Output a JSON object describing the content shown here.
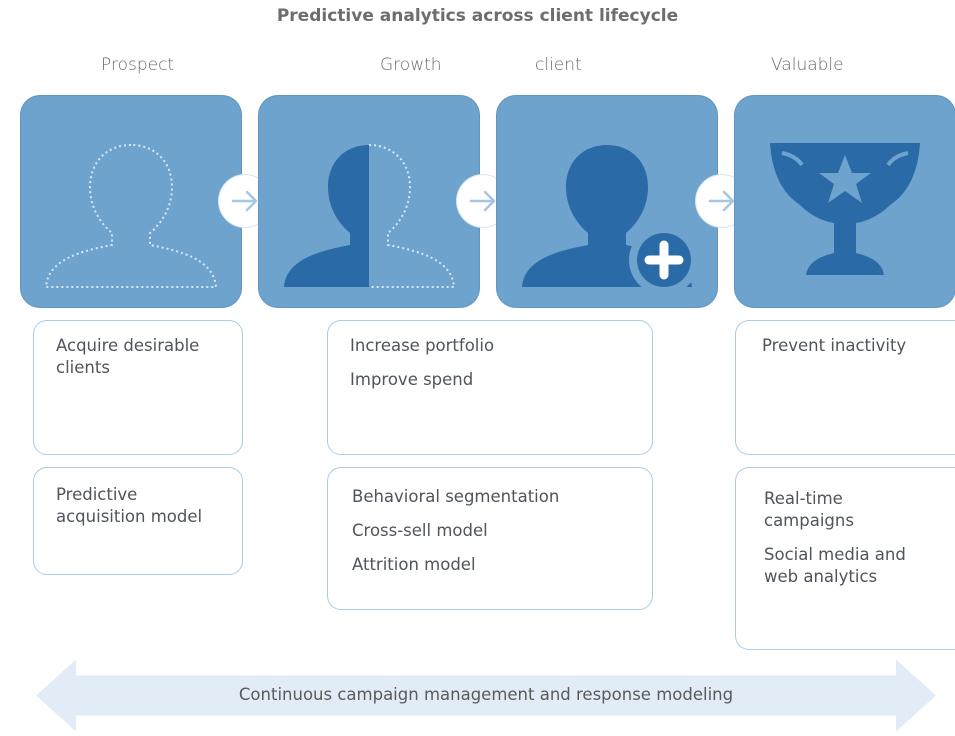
{
  "title": "Predictive analytics across client lifecycle",
  "stages": {
    "prospect": "Prospect",
    "growth": "Growth",
    "client": "client",
    "valuable": "Valuable"
  },
  "tiles": [
    {
      "icon": "dotted-person-outline-icon"
    },
    {
      "icon": "half-filled-person-icon"
    },
    {
      "icon": "person-plus-icon"
    },
    {
      "icon": "trophy-star-icon"
    }
  ],
  "arrow_icon": "arrow-right-icon",
  "objectives": {
    "prospect": [
      "Acquire desirable clients"
    ],
    "growth": [
      "Increase portfolio",
      "Improve spend"
    ],
    "valuable": [
      "Prevent inactivity"
    ]
  },
  "models": {
    "prospect": [
      "Predictive acquisition model"
    ],
    "growth": [
      "Behavioral segmentation",
      "Cross-sell model",
      "Attrition model"
    ],
    "valuable": [
      "Real-time campaigns",
      "Social media and web analytics"
    ]
  },
  "banner": {
    "text": "Continuous campaign management and response modeling",
    "icon": "double-headed-arrow-icon"
  },
  "colors": {
    "tile": "#6da3cd",
    "icon_dark": "#2a6aa6",
    "box_border": "#a9cde8",
    "banner": "#e2ecf7"
  }
}
